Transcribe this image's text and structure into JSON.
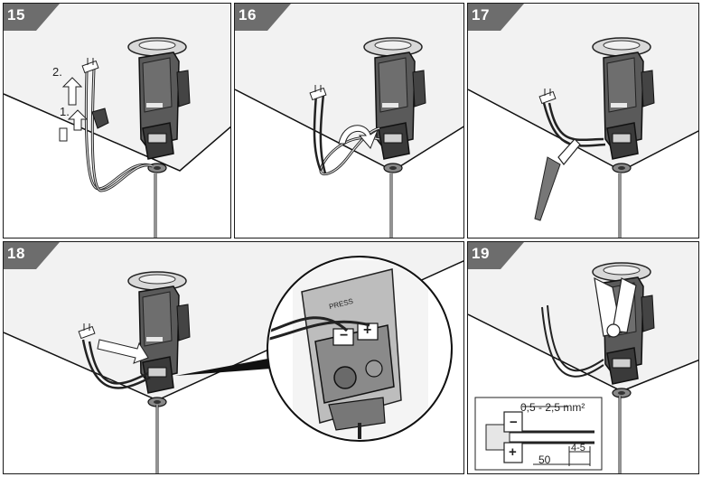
{
  "steps": [
    {
      "number": "15",
      "arrow_labels": [
        "2.",
        "1."
      ]
    },
    {
      "number": "16"
    },
    {
      "number": "17"
    },
    {
      "number": "18",
      "polarity": [
        "−",
        "+"
      ],
      "press_label": "PRESS"
    },
    {
      "number": "19",
      "wire_spec": {
        "cross_section": "0,5 - 2,5 mm²",
        "strip_length": "50",
        "end_length": "4-5",
        "minus_symbol": "−",
        "plus_symbol": "+"
      }
    }
  ],
  "colors": {
    "frame": "#1a1a1a",
    "tab": "#6d6d6d",
    "device": "#4a4a4a",
    "ceiling": "#f2f2f2"
  },
  "icons": [
    "ceiling-device-icon",
    "wire-connector-icon",
    "screwdriver-icon",
    "pliers-icon",
    "magnifier-circle-icon"
  ]
}
